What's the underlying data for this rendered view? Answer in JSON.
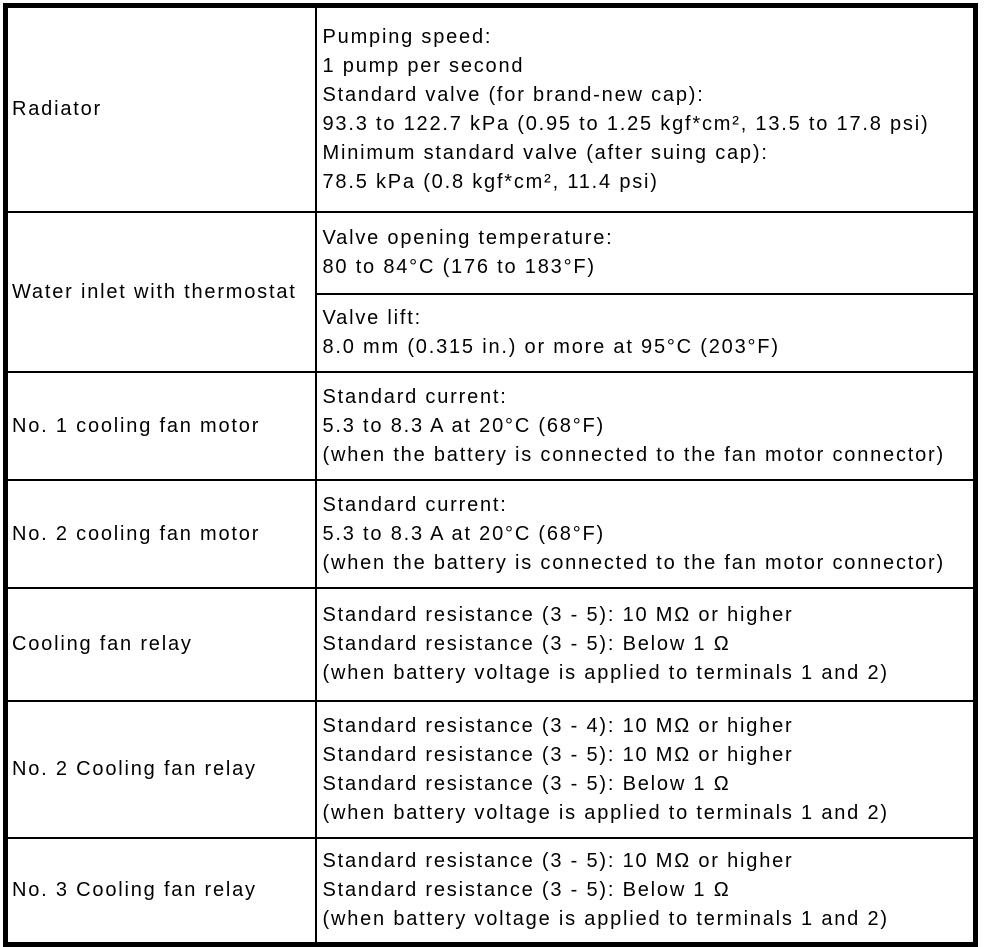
{
  "table": {
    "rows": [
      {
        "component": "Radiator",
        "specs": [
          "Pumping speed:",
          "1 pump per second",
          "Standard valve (for brand-new cap):",
          "93.3 to 122.7 kPa (0.95 to 1.25 kgf*cm², 13.5 to 17.8 psi)",
          "Minimum standard valve (after suing cap):",
          "78.5 kPa (0.8 kgf*cm², 11.4 psi)"
        ]
      },
      {
        "component": "Water inlet with thermostat",
        "specs_a": [
          "Valve opening temperature:",
          "80 to 84°C (176 to 183°F)"
        ],
        "specs_b": [
          "Valve lift:",
          "8.0 mm (0.315 in.) or more at 95°C (203°F)"
        ]
      },
      {
        "component": "No. 1 cooling fan motor",
        "specs": [
          "Standard current:",
          "5.3 to 8.3 A at 20°C (68°F)",
          "(when the battery is connected to the fan motor connector)"
        ]
      },
      {
        "component": "No. 2 cooling fan motor",
        "specs": [
          "Standard current:",
          "5.3 to 8.3 A at 20°C (68°F)",
          "(when the battery is connected to the fan motor connector)"
        ]
      },
      {
        "component": "Cooling fan relay",
        "specs": [
          "Standard resistance (3 - 5): 10 MΩ or higher",
          "Standard resistance (3 - 5): Below 1 Ω",
          "(when battery voltage is applied to terminals 1 and 2)"
        ]
      },
      {
        "component": "No. 2 Cooling fan relay",
        "specs": [
          "Standard resistance (3 - 4): 10 MΩ or higher",
          "Standard resistance (3 - 5): 10 MΩ or higher",
          "Standard resistance (3 - 5): Below 1 Ω",
          "(when battery voltage is applied to terminals 1 and 2)"
        ]
      },
      {
        "component": "No. 3 Cooling fan relay",
        "specs": [
          "Standard resistance (3 - 5): 10 MΩ or higher",
          "Standard resistance (3 - 5): Below 1 Ω",
          "(when battery voltage is applied to terminals 1 and 2)"
        ]
      }
    ]
  }
}
